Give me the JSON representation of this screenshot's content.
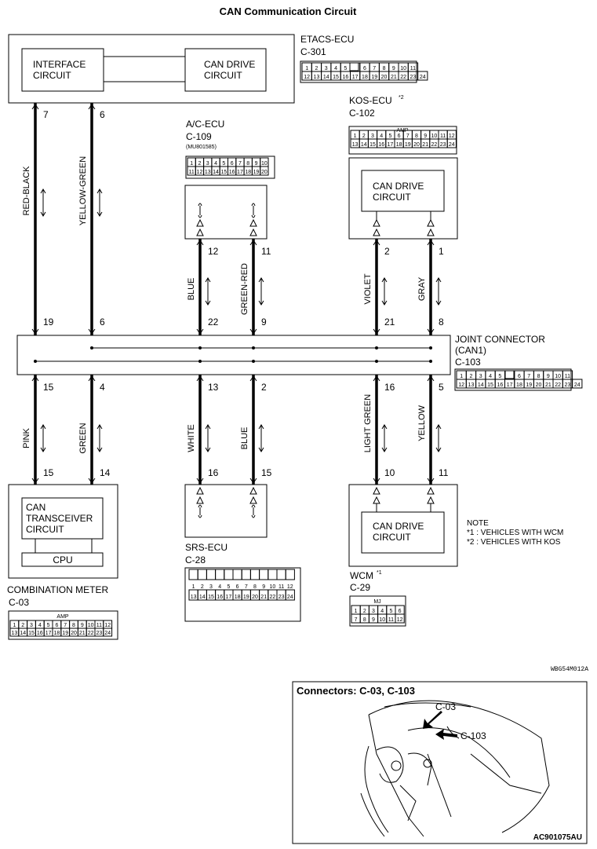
{
  "title": "CAN Communication Circuit",
  "etacs": {
    "name": "ETACS-ECU",
    "connector": "C-301",
    "box1": [
      "INTERFACE",
      "CIRCUIT"
    ],
    "box2": [
      "CAN DRIVE",
      "CIRCUIT"
    ]
  },
  "kos": {
    "name": "KOS-ECU",
    "mark": "*2",
    "connector": "C-102",
    "amp": "AMP",
    "box": [
      "CAN DRIVE",
      "CIRCUIT"
    ]
  },
  "ac": {
    "name": "A/C-ECU",
    "connector": "C-109",
    "part": "(MU801585)"
  },
  "joint": {
    "name": "JOINT CONNECTOR",
    "sub": "(CAN1)",
    "connector": "C-103"
  },
  "meter": {
    "box": [
      "CAN",
      "TRANSCEIVER",
      "CIRCUIT"
    ],
    "cpu": "CPU",
    "name": "COMBINATION METER",
    "connector": "C-03",
    "amp": "AMP"
  },
  "srs": {
    "name": "SRS-ECU",
    "connector": "C-28"
  },
  "wcm": {
    "name": "WCM",
    "mark": "*1",
    "connector": "C-29",
    "mj": "MJ",
    "box": [
      "CAN DRIVE",
      "CIRCUIT"
    ]
  },
  "note": {
    "title": "NOTE",
    "line1": "*1 : VEHICLES WITH WCM",
    "line2": "*2 : VEHICLES WITH KOS"
  },
  "code": "WBG54M012A",
  "inset": {
    "title": "Connectors: C-03, C-103",
    "label1": "C-03",
    "label2": "C-103",
    "code": "AC901075AU"
  },
  "wires_upper": [
    {
      "color": "RED-BLACK",
      "pin_top": "7",
      "pin_bottom": "19"
    },
    {
      "color": "YELLOW-GREEN",
      "pin_top": "6",
      "pin_bottom": "6"
    },
    {
      "color": "BLUE",
      "pin_top": "12",
      "pin_bottom": "22"
    },
    {
      "color": "GREEN-RED",
      "pin_top": "11",
      "pin_bottom": "9"
    },
    {
      "color": "VIOLET",
      "pin_top": "2",
      "pin_bottom": "21"
    },
    {
      "color": "GRAY",
      "pin_top": "1",
      "pin_bottom": "8"
    }
  ],
  "wires_lower": [
    {
      "color": "PINK",
      "pin_top": "15",
      "pin_bottom": "15"
    },
    {
      "color": "GREEN",
      "pin_top": "4",
      "pin_bottom": "14"
    },
    {
      "color": "WHITE",
      "pin_top": "13",
      "pin_bottom": "16"
    },
    {
      "color": "BLUE",
      "pin_top": "2",
      "pin_bottom": "15"
    },
    {
      "color": "LIGHT GREEN",
      "pin_top": "16",
      "pin_bottom": "10"
    },
    {
      "color": "YELLOW",
      "pin_top": "5",
      "pin_bottom": "11"
    }
  ]
}
